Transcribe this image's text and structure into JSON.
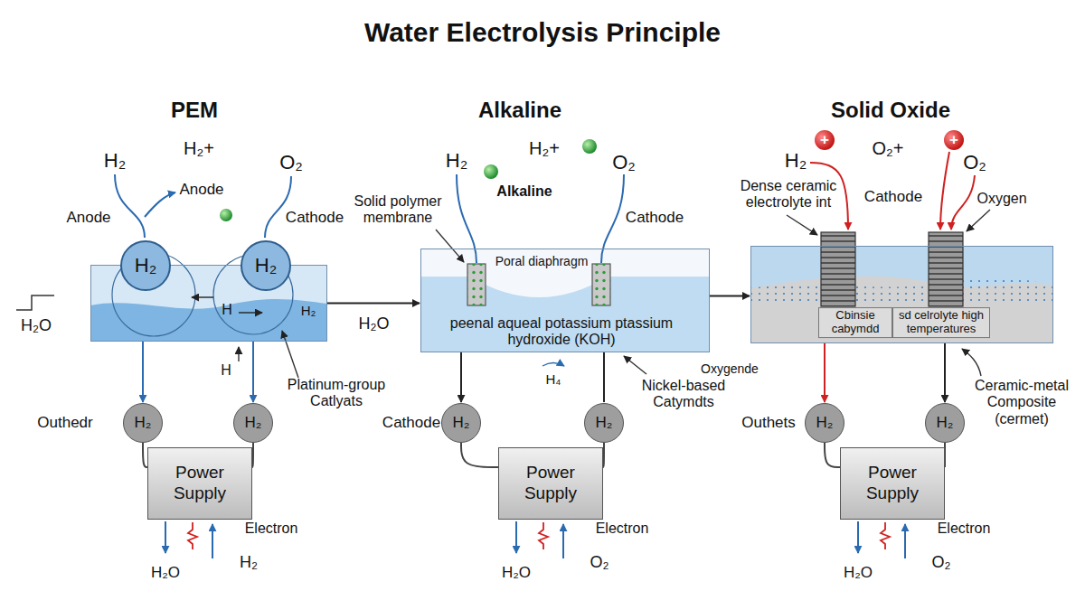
{
  "diagram": {
    "title": "Water Electrolysis Principle",
    "nodes": [
      {
        "text": [
          "H",
          "H₂"
        ]
      },
      {
        "text": [
          "H₂"
        ],
        "in": 0
      },
      {
        "text": [
          "H₂"
        ],
        "in": 0
      },
      {
        "text": [
          "H₂"
        ]
      },
      {
        "text": [
          "H₂"
        ]
      },
      {
        "text": [
          "Power Supply"
        ]
      },
      {
        "text": [
          "Poral diaphragm",
          "peenal aqueal potassium ptassium hydroxide (KOH)"
        ]
      },
      {
        "text": [
          "H₂"
        ]
      },
      {
        "text": [
          "H₂"
        ]
      },
      {
        "text": [
          "Power Supply"
        ]
      },
      {
        "text": [
          "Cbinsie cabymdd",
          "sd celrolyte high temperatures"
        ]
      },
      {
        "text": [
          "H₂"
        ]
      },
      {
        "text": [
          "H₂"
        ]
      },
      {
        "text": [
          "Power Supply"
        ]
      }
    ],
    "edges": [
      {
        "from": 0,
        "to": 6,
        "arrow": "to",
        "label": "H₂O"
      },
      {
        "from": 6,
        "to": 10,
        "arrow": "to"
      },
      {
        "from": 0,
        "to": 3,
        "arrow": "to"
      },
      {
        "from": 0,
        "to": 4,
        "arrow": "to"
      },
      {
        "from": 3,
        "to": 5,
        "arrow": "none"
      },
      {
        "from": 4,
        "to": 5,
        "arrow": "none"
      },
      {
        "from": 6,
        "to": 7,
        "arrow": "to"
      },
      {
        "from": 6,
        "to": 8,
        "arrow": "none"
      },
      {
        "from": 7,
        "to": 9,
        "arrow": "none"
      },
      {
        "from": 8,
        "to": 9,
        "arrow": "none"
      },
      {
        "from": 10,
        "to": 11,
        "arrow": "to"
      },
      {
        "from": 10,
        "to": 12,
        "arrow": "to"
      },
      {
        "from": 11,
        "to": 13,
        "arrow": "none"
      },
      {
        "from": 12,
        "to": 13,
        "arrow": "none"
      }
    ],
    "labels": [
      "PEM",
      "H₂",
      "H₂+",
      "O₂",
      "Anode",
      "Anode",
      "Cathode",
      "H₂O",
      "H",
      "Platinum-group Catlyats",
      "Outhedr",
      "Electron",
      "H₂O",
      "H₂",
      "Alkaline",
      "H₂",
      "H₂+",
      "O₂",
      "Solid polymer membrane",
      "Alkaline",
      "Cathode",
      "Cathode",
      "H₄",
      "Nickel-based Catymdts",
      "Electron",
      "H₂O",
      "O₂",
      "Oxygende",
      "Solid Oxide",
      "+",
      "H₂",
      "O₂+",
      "+",
      "O₂",
      "Dense ceramic electrolyte int",
      "Cathode",
      "Oxygen",
      "Outhets",
      "Ceramic-metal Composite (cermet)",
      "Electron",
      "H₂O",
      "O₂"
    ]
  }
}
